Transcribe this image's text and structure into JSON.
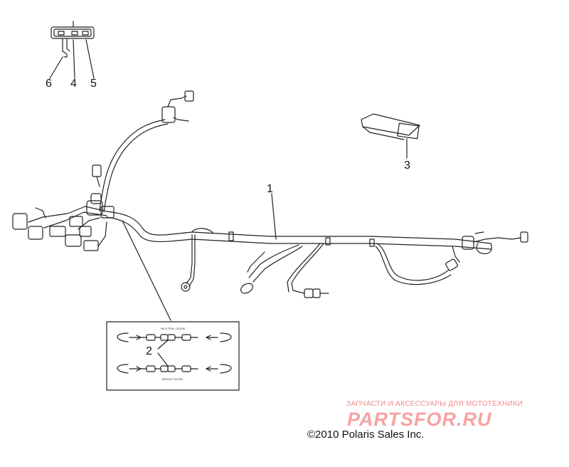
{
  "callouts": {
    "c1": "1",
    "c2": "2",
    "c3": "3",
    "c4": "4",
    "c5": "5",
    "c6": "6"
  },
  "inset": {
    "top_label": "NEUTRAL DIODE",
    "bottom_label": "BRAKE DIODE"
  },
  "watermark": {
    "tagline": "ЗАПЧАСТИ И АКСЕССУАРЫ ДЛЯ МОТОТЕХНИКИ",
    "logo": "PARTSFOR.RU"
  },
  "copyright": "©2010 Polaris Sales Inc.",
  "colors": {
    "line": "#222222",
    "watermark": "#f08a8a",
    "background": "#ffffff"
  }
}
